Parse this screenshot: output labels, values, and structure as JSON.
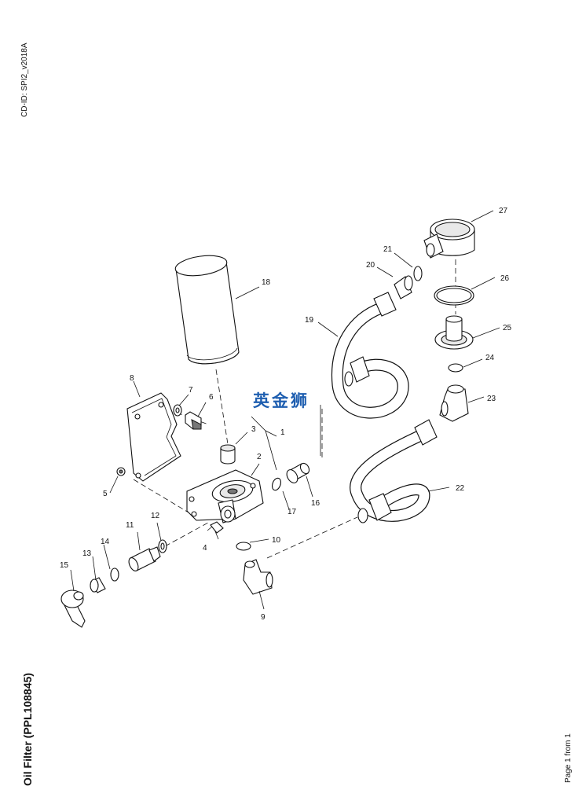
{
  "document": {
    "cd_id": "CD-ID: SPI2_v2018A",
    "title": "Oil Filter (PPL108845)",
    "page_info": "Page 1 from 1",
    "watermark": "英金狮"
  },
  "callouts": [
    "1",
    "2",
    "3",
    "4",
    "5",
    "6",
    "7",
    "8",
    "9",
    "10",
    "11",
    "12",
    "13",
    "14",
    "15",
    "16",
    "17",
    "18",
    "19",
    "20",
    "21",
    "22",
    "23",
    "24",
    "25",
    "26",
    "27"
  ],
  "icons": {
    "oil-filter-cartridge": "filter",
    "filter-head": "filter-head",
    "mounting-bracket": "bracket",
    "hose-19": "hose",
    "hose-22": "hose",
    "elbow-fitting-9": "elbow",
    "elbow-fitting-23": "elbow",
    "adapter-27": "adapter"
  }
}
